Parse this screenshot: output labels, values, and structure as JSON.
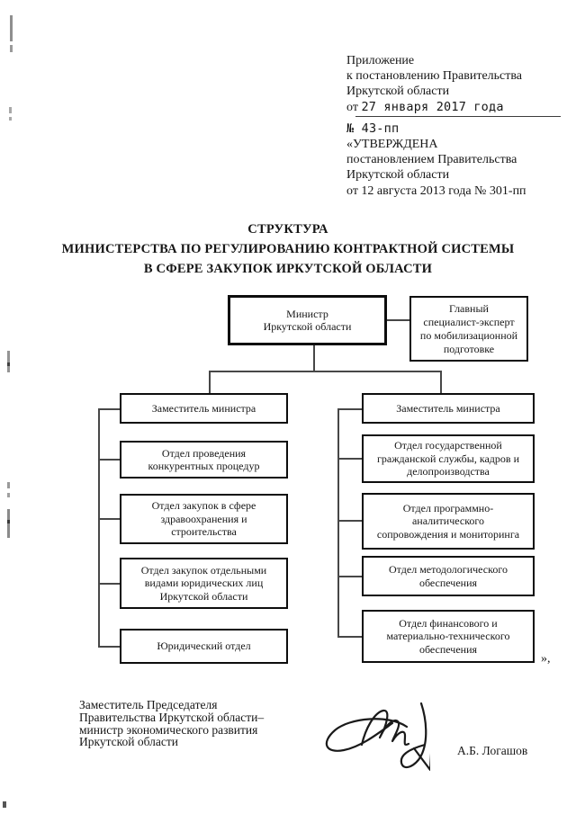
{
  "document": {
    "header": {
      "appendix_lines": [
        "Приложение",
        "к постановлению Правительства",
        "Иркутской области"
      ],
      "date_prefix": "от",
      "date_value": "27 января 2017 года",
      "number_value": "№ 43-пп",
      "approval_lines": [
        "«УТВЕРЖДЕНА",
        "постановлением Правительства",
        "Иркутской области",
        "от 12 августа 2013 года № 301-пп"
      ]
    },
    "title_lines": [
      "СТРУКТУРА",
      "МИНИСТЕРСТВА ПО РЕГУЛИРОВАНИЮ КОНТРАКТНОЙ СИСТЕМЫ",
      "В СФЕРЕ ЗАКУПОК ИРКУТСКОЙ ОБЛАСТИ"
    ],
    "closing_mark": "»,",
    "signoff": {
      "position_lines": [
        "Заместитель Председателя",
        "Правительства Иркутской области–",
        "министр экономического развития",
        "Иркутской области"
      ],
      "signatory_name": "А.Б. Логашов"
    },
    "ink_color": "#161616"
  },
  "org_chart": {
    "minister": [
      "Министр",
      "Иркутской области"
    ],
    "specialist": [
      "Главный",
      "специалист-эксперт",
      "по мобилизационной",
      "подготовке"
    ],
    "left_column": [
      [
        "Заместитель министра"
      ],
      [
        "Отдел проведения",
        "конкурентных процедур"
      ],
      [
        "Отдел закупок в сфере",
        "здравоохранения и",
        "строительства"
      ],
      [
        "Отдел закупок отдельными",
        "видами юридических лиц",
        "Иркутской области"
      ],
      [
        "Юридический отдел"
      ]
    ],
    "right_column": [
      [
        "Заместитель министра"
      ],
      [
        "Отдел государственной",
        "гражданской службы, кадров и",
        "делопроизводства"
      ],
      [
        "Отдел программно-",
        "аналитического",
        "сопровождения и мониторинга"
      ],
      [
        "Отдел методологического",
        "обеспечения"
      ],
      [
        "Отдел финансового и",
        "материально-технического",
        "обеспечения"
      ]
    ]
  }
}
